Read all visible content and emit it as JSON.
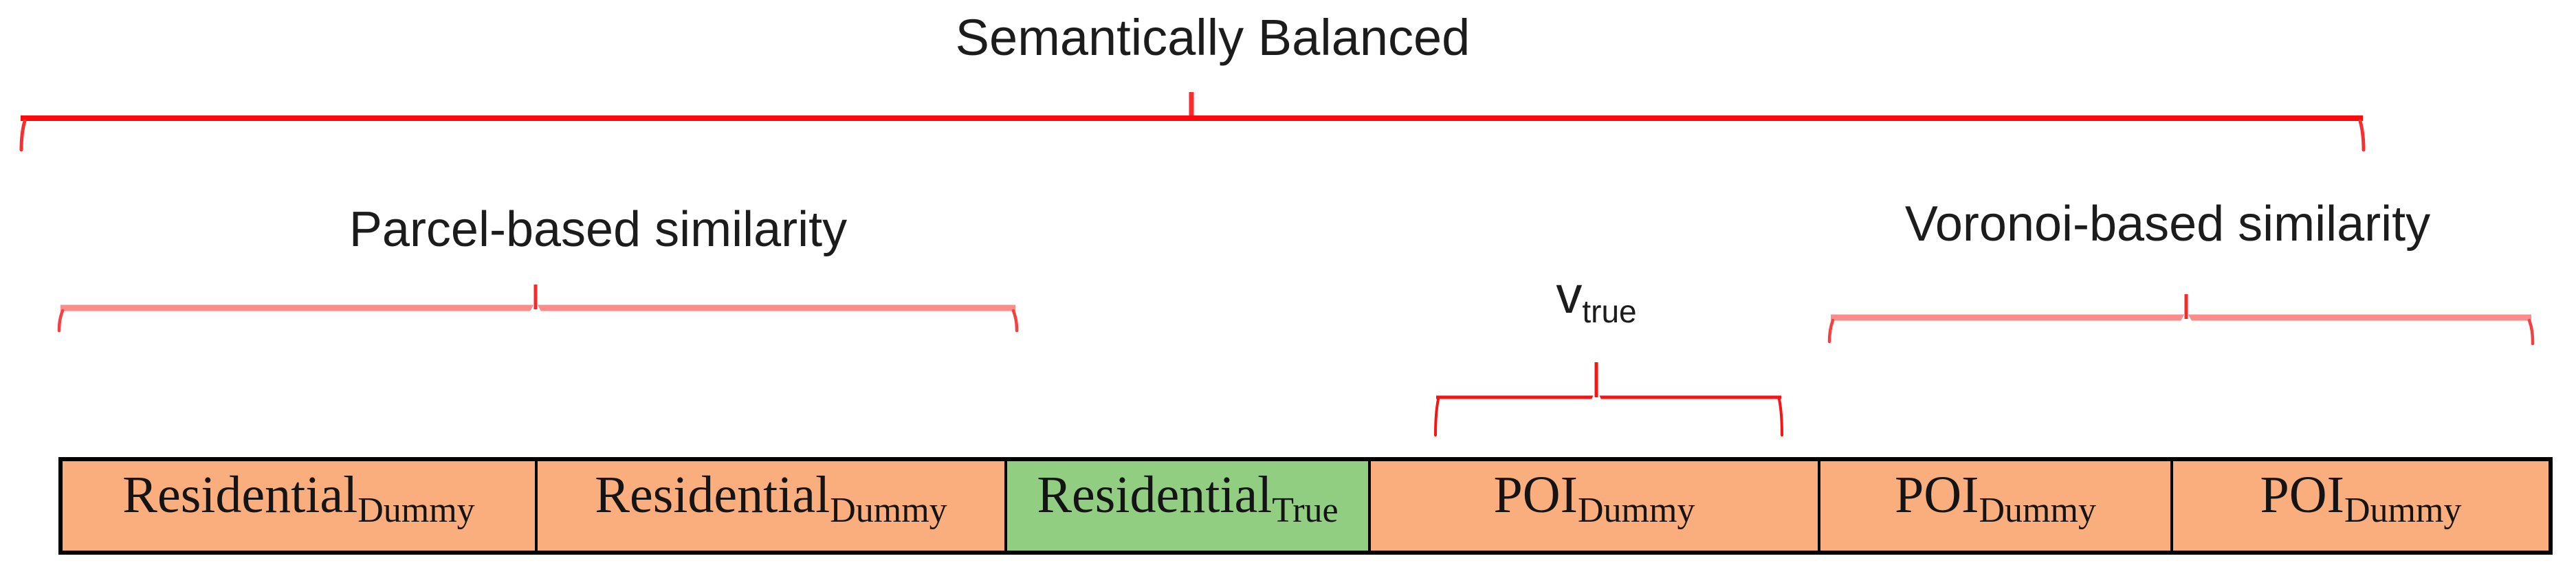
{
  "figure": {
    "title": "Semantically Balanced",
    "groups": {
      "parcel": {
        "label": "Parcel-based similarity"
      },
      "voronoi": {
        "label": "Voronoi-based similarity"
      },
      "v_true": {
        "base": "v",
        "sub": "true"
      }
    },
    "table": {
      "cells": [
        {
          "base": "Residential",
          "sub": "Dummy",
          "fill": "#fbae7d"
        },
        {
          "base": "Residential",
          "sub": "Dummy",
          "fill": "#fbae7d"
        },
        {
          "base": "Residential",
          "sub": "True",
          "fill": "#92ce81"
        },
        {
          "base": "POI",
          "sub": "Dummy",
          "fill": "#fbae7d"
        },
        {
          "base": "POI",
          "sub": "Dummy",
          "fill": "#fbae7d"
        },
        {
          "base": "POI",
          "sub": "Dummy",
          "fill": "#fbae7d"
        }
      ]
    },
    "colors": {
      "cell_orange": "#fbae7d",
      "cell_green": "#92ce81",
      "brace_red": "#fa0a0a",
      "brace_salmon": "#fc8b8b",
      "brace_tick_red": "#f52a2a",
      "table_border": "#000000",
      "text": "#1c1c1c",
      "background": "#ffffff"
    }
  }
}
